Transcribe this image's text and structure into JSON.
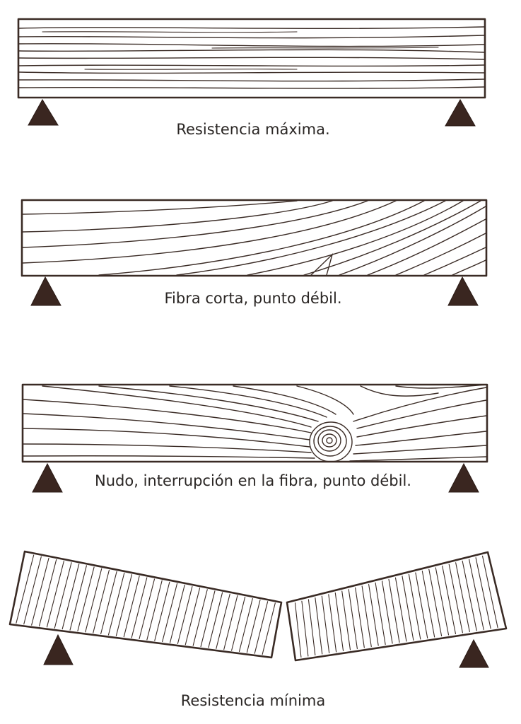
{
  "figures": [
    {
      "id": "beam-straight-grain",
      "caption": "Resistencia máxima."
    },
    {
      "id": "beam-diagonal-grain",
      "caption": "Fibra corta, punto débil."
    },
    {
      "id": "beam-knot",
      "caption": "Nudo, interrupción en la fibra, punto débil."
    },
    {
      "id": "beam-broken",
      "caption": "Resistencia mínima"
    }
  ],
  "colors": {
    "ink": "#3a2b25",
    "support": "#3a2620",
    "paper": "#ffffff"
  }
}
